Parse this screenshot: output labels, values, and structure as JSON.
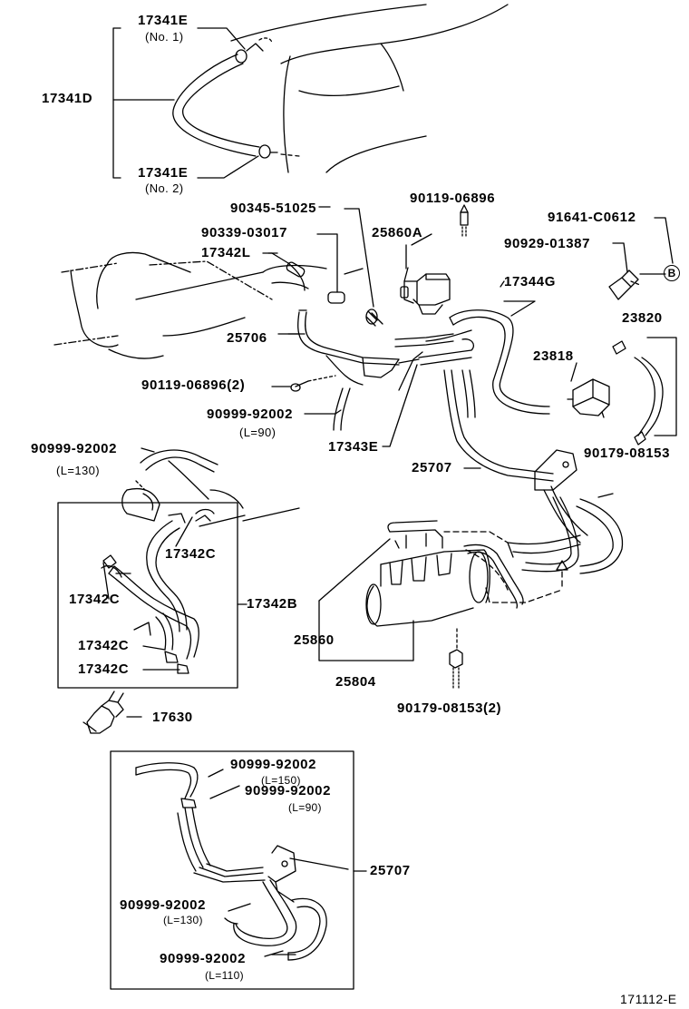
{
  "top_group": {
    "clamp_top": "17341E",
    "clamp_top_note": "(No. 1)",
    "hose": "17341D",
    "clamp_bottom": "17341E",
    "clamp_bottom_note": "(No. 2)"
  },
  "main": {
    "bolt_90345": "90345-51025",
    "screw_90119_top": "90119-06896",
    "plug_90339": "90339-03017",
    "valve_25860A": "25860A",
    "hose_17342L": "17342L",
    "hose_17344G": "17344G",
    "clip_91641": "91641-C0612",
    "clamp_90929": "90929-01387",
    "ref_circle": "B",
    "pipe_25706": "25706",
    "hose_23820": "23820",
    "filter_23818": "23818",
    "screw_90119_2": "90119-06896(2)",
    "hose_90999_90": "90999-92002",
    "hose_90999_90_len": "(L=90)",
    "hose_17343E": "17343E",
    "nut_90179_right": "90179-08153",
    "hose_90999_130": "90999-92002",
    "hose_90999_130_len": "(L=130)",
    "pipe_25707": "25707"
  },
  "left_box": {
    "clamp_c_inner": "17342C",
    "clamp_c_left": "17342C",
    "hose_group": "17342B",
    "clamp_c_3": "17342C",
    "clamp_c_4": "17342C"
  },
  "lower_main": {
    "vsv_25860": "25860",
    "valve_assy_25804": "25804",
    "nut_90179_2": "90179-08153(2)",
    "sensor_17630": "17630"
  },
  "bottom_box": {
    "hose_1": "90999-92002",
    "hose_1_len": "(L=150)",
    "hose_2": "90999-92002",
    "hose_2_len": "(L=90)",
    "assembly": "25707",
    "hose_3": "90999-92002",
    "hose_3_len": "(L=130)",
    "hose_4": "90999-92002",
    "hose_4_len": "(L=110)"
  },
  "diagram_code": "171112-E"
}
